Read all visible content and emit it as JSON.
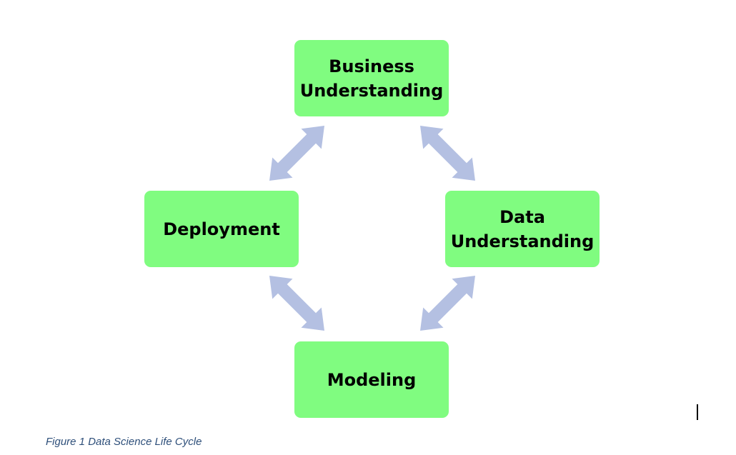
{
  "diagram": {
    "nodes": [
      {
        "id": "business",
        "label": "Business\nUnderstanding"
      },
      {
        "id": "data",
        "label": "Data\nUnderstanding"
      },
      {
        "id": "deploy",
        "label": "Deployment"
      },
      {
        "id": "model",
        "label": "Modeling"
      }
    ],
    "edges": [
      {
        "from": "business",
        "to": "data",
        "direction": "both"
      },
      {
        "from": "data",
        "to": "model",
        "direction": "both"
      },
      {
        "from": "model",
        "to": "deploy",
        "direction": "both"
      },
      {
        "from": "deploy",
        "to": "business",
        "direction": "both"
      }
    ]
  },
  "caption": "Figure 1 Data Science Life Cycle",
  "colors": {
    "node_fill": "#80fc80",
    "arrow_fill": "#b4c0e2",
    "caption_text": "#2e4f7a"
  }
}
